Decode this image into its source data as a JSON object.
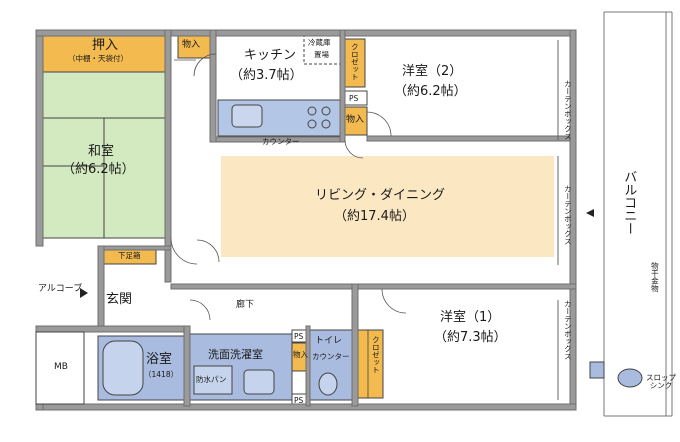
{
  "rooms": {
    "oshiire": {
      "name": "押入",
      "note": "（中棚・天袋付）"
    },
    "washitsu": {
      "name": "和室",
      "size": "（約6.2帖）"
    },
    "kitchen": {
      "name": "キッチン",
      "size": "（約3.7帖）"
    },
    "fridge": {
      "line1": "冷蔵庫",
      "line2": "置場"
    },
    "yoshitsu2": {
      "name": "洋室（2）",
      "size": "（約6.2帖）"
    },
    "living": {
      "name": "リビング・ダイニング",
      "size": "（約17.4帖）"
    },
    "yoshitsu1": {
      "name": "洋室（1）",
      "size": "（約7.3帖）"
    },
    "genkan": {
      "name": "玄関"
    },
    "roka": {
      "name": "廊下"
    },
    "bath": {
      "name": "浴室",
      "size": "（1418）"
    },
    "senmen": {
      "name": "洗面洗濯室"
    },
    "toilet": {
      "name": "トイレ",
      "counter": "カウンター"
    },
    "balcony": {
      "name": "バルコニー"
    }
  },
  "labels": {
    "monoire": "物入",
    "closet": "クロゼット",
    "ps": "PS",
    "counter": "カウンター",
    "curtain_box": "カーテンボックス",
    "getabako": "下足箱",
    "alcove": "アルコーブ",
    "mb": "MB",
    "bohan": "防水パン",
    "monohoshi": "物干金物",
    "slop_sink": "スロップシンク"
  },
  "colors": {
    "tatami": "#d3e9bf",
    "storage": "#f2ba4f",
    "living": "#fbe7c2",
    "kitchen_counter": "#b4c6e6",
    "bath": "#a9bce0",
    "wall": "#6f6f6f",
    "wall_fill": "#9a9a9a"
  }
}
